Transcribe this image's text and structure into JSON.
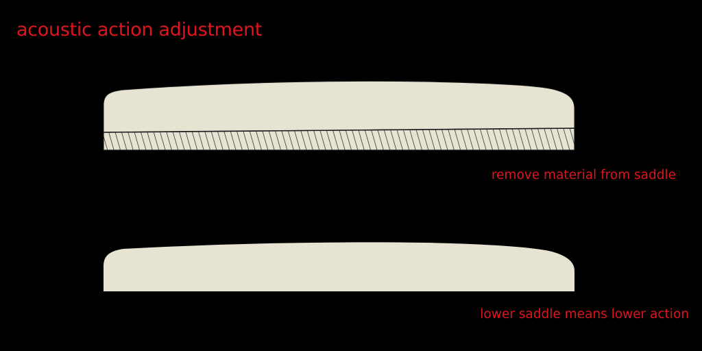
{
  "title": "acoustic action adjustment",
  "captions": {
    "remove": "remove material from saddle",
    "result": "lower saddle means lower action"
  },
  "colors": {
    "background": "#000000",
    "text_accent": "#e0141e",
    "saddle_fill": "#e6e3d3",
    "outline": "#1a1a1a"
  }
}
